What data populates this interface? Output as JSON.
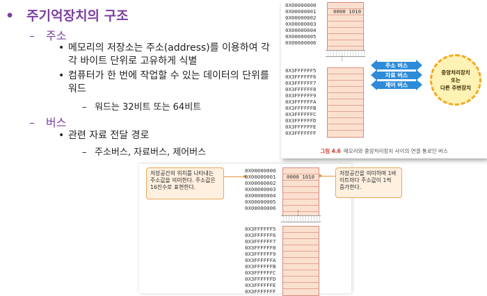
{
  "slide": {
    "title": "주기억장치의 구조",
    "title_bullet": "•",
    "sections": [
      {
        "heading": "주소",
        "bullets": [
          "메모리의 저장소는 주소(address)를 이용하여 각각 바이트 단위로 고유하게 식별",
          "컴퓨터가 한 번에 작업할 수 있는 데이터의 단위를 워드"
        ],
        "sub": "워드는 32비트 또는 64비트"
      },
      {
        "heading": "버스",
        "bullets": [
          "관련 자료 전달 경로"
        ],
        "sub": "주소버스, 자료버스, 제어버스"
      }
    ]
  },
  "figure_top": {
    "addresses_top": [
      "0X00000000",
      "0X00000001",
      "0X00000002",
      "0X00000003",
      "0X00000004",
      "0X00000005",
      "0X00000006"
    ],
    "addresses_bottom": [
      "0X3FFFFFF5",
      "0X3FFFFFF6",
      "0X3FFFFFF7",
      "0X3FFFFFF8",
      "0X3FFFFFF9",
      "0X3FFFFFFA",
      "0X3FFFFFFB",
      "0X3FFFFFFC",
      "0X3FFFFFFD",
      "0X3FFFFFFE",
      "0X3FFFFFFF"
    ],
    "cell_value": "0000 1010",
    "buses": [
      "주소 버스",
      "자료 버스",
      "제어 버스"
    ],
    "cpu": {
      "line1": "중앙처리장치",
      "line2": "또는",
      "line3": "다른 주변장치"
    },
    "caption_label": "그림 4.6",
    "caption_text": "메모리와 중앙처리장치 사이의 연결 통로인 버스"
  },
  "figure_bottom": {
    "addresses_top": [
      "0X00000000",
      "0X00000001",
      "0X00000002",
      "0X00000003",
      "0X00000004",
      "0X00000005",
      "0X00000006"
    ],
    "addresses_bottom": [
      "0X3FFFFFF5",
      "0X3FFFFFF6",
      "0X3FFFFFF7",
      "0X3FFFFFF8",
      "0X3FFFFFF9",
      "0X3FFFFFFA",
      "0X3FFFFFFB",
      "0X3FFFFFFC",
      "0X3FFFFFFD",
      "0X3FFFFFFE",
      "0X3FFFFFFF"
    ],
    "cell_value": "0000 1010",
    "note_left": "저장공간의 위치를 나타내는 주소값을 의미한다. 주소값은 16진수로 표현한다.",
    "note_right": "저장공간을 의미하며 1바이트마다 주소값이 1씩 증가한다."
  }
}
